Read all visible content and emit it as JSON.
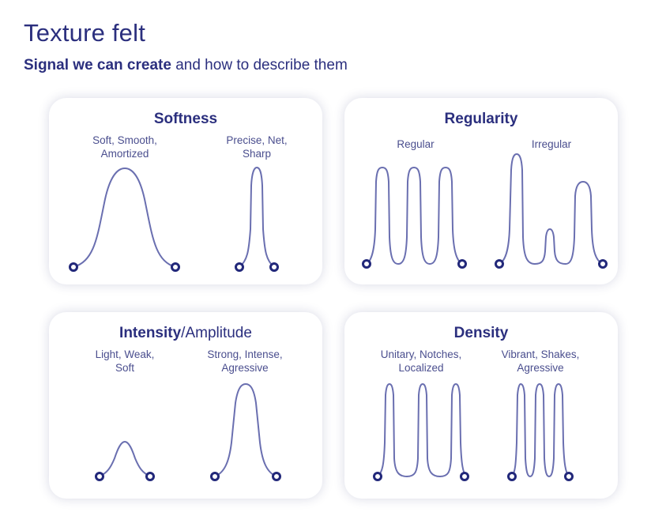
{
  "header": {
    "title": "Texture felt",
    "subtitle_bold": "Signal we can create",
    "subtitle_rest": " and how to describe them"
  },
  "cards": {
    "softness": {
      "title": "Softness",
      "left_label": "Soft, Smooth,\nAmortized",
      "right_label": "Precise, Net,\nSharp"
    },
    "regularity": {
      "title": "Regularity",
      "left_label": "Regular",
      "right_label": "Irregular"
    },
    "intensity": {
      "title_bold": "Intensity",
      "title_rest": "/Amplitude",
      "left_label": "Light, Weak,\nSoft",
      "right_label": "Strong, Intense,\nAgressive"
    },
    "density": {
      "title": "Density",
      "left_label": "Unitary, Notches,\nLocalized",
      "right_label": "Vibrant, Shakes,\nAgressive"
    }
  },
  "colors": {
    "text": "#2b2f7e",
    "curve": "#6a6fb0",
    "node": "#22287a"
  }
}
